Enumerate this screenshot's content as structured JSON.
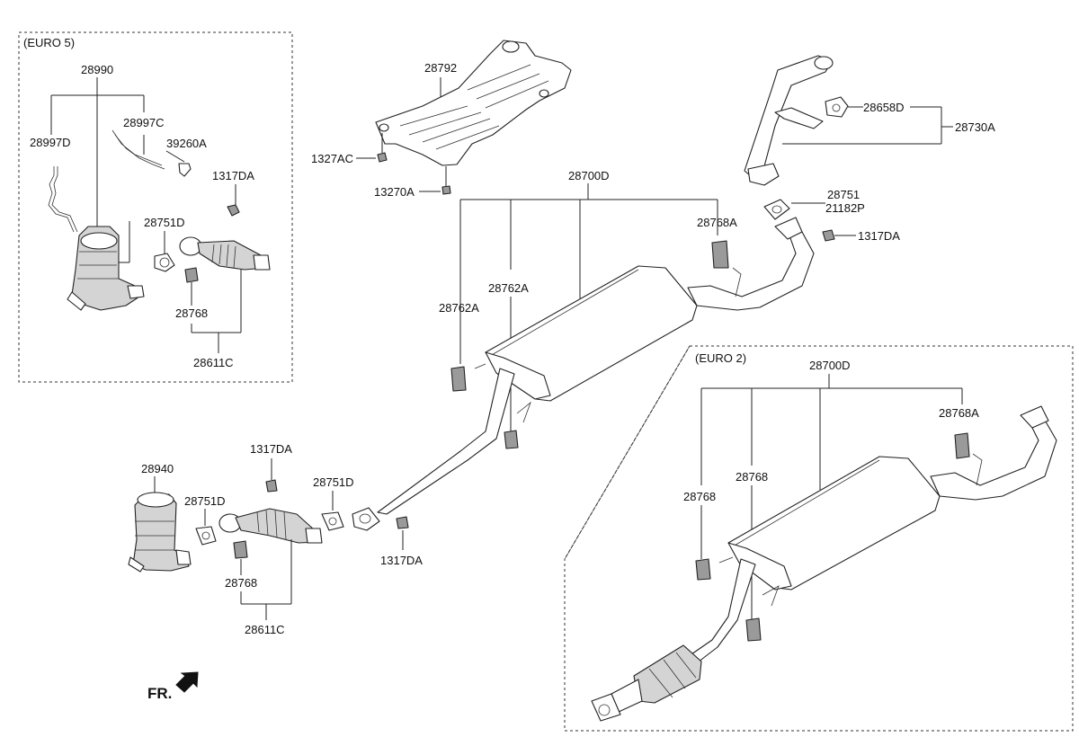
{
  "boxes": {
    "euro5_title": "(EURO 5)",
    "euro2_title": "(EURO 2)"
  },
  "euro5": {
    "p28990": "28990",
    "p28997D": "28997D",
    "p28997C": "28997C",
    "p39260A": "39260A",
    "p1317DA": "1317DA",
    "p28751D": "28751D",
    "p28768": "28768",
    "p28611C": "28611C"
  },
  "shield": {
    "p28792": "28792",
    "p1327AC": "1327AC",
    "p13270A": "13270A"
  },
  "tailpipe": {
    "p28658D": "28658D",
    "p28730A": "28730A",
    "p28751": "28751",
    "p21182P": "21182P",
    "p1317DA": "1317DA"
  },
  "main": {
    "p28700D": "28700D",
    "p28768A": "28768A",
    "p28762A_1": "28762A",
    "p28762A_2": "28762A",
    "p28940": "28940",
    "p1317DA_top": "1317DA",
    "p28751D_1": "28751D",
    "p28751D_2": "28751D",
    "p28768": "28768",
    "p28611C": "28611C",
    "p1317DA_bottom": "1317DA"
  },
  "euro2": {
    "p28700D": "28700D",
    "p28768A": "28768A",
    "p28768_1": "28768",
    "p28768_2": "28768"
  },
  "orientation": {
    "fr_label": "FR."
  }
}
